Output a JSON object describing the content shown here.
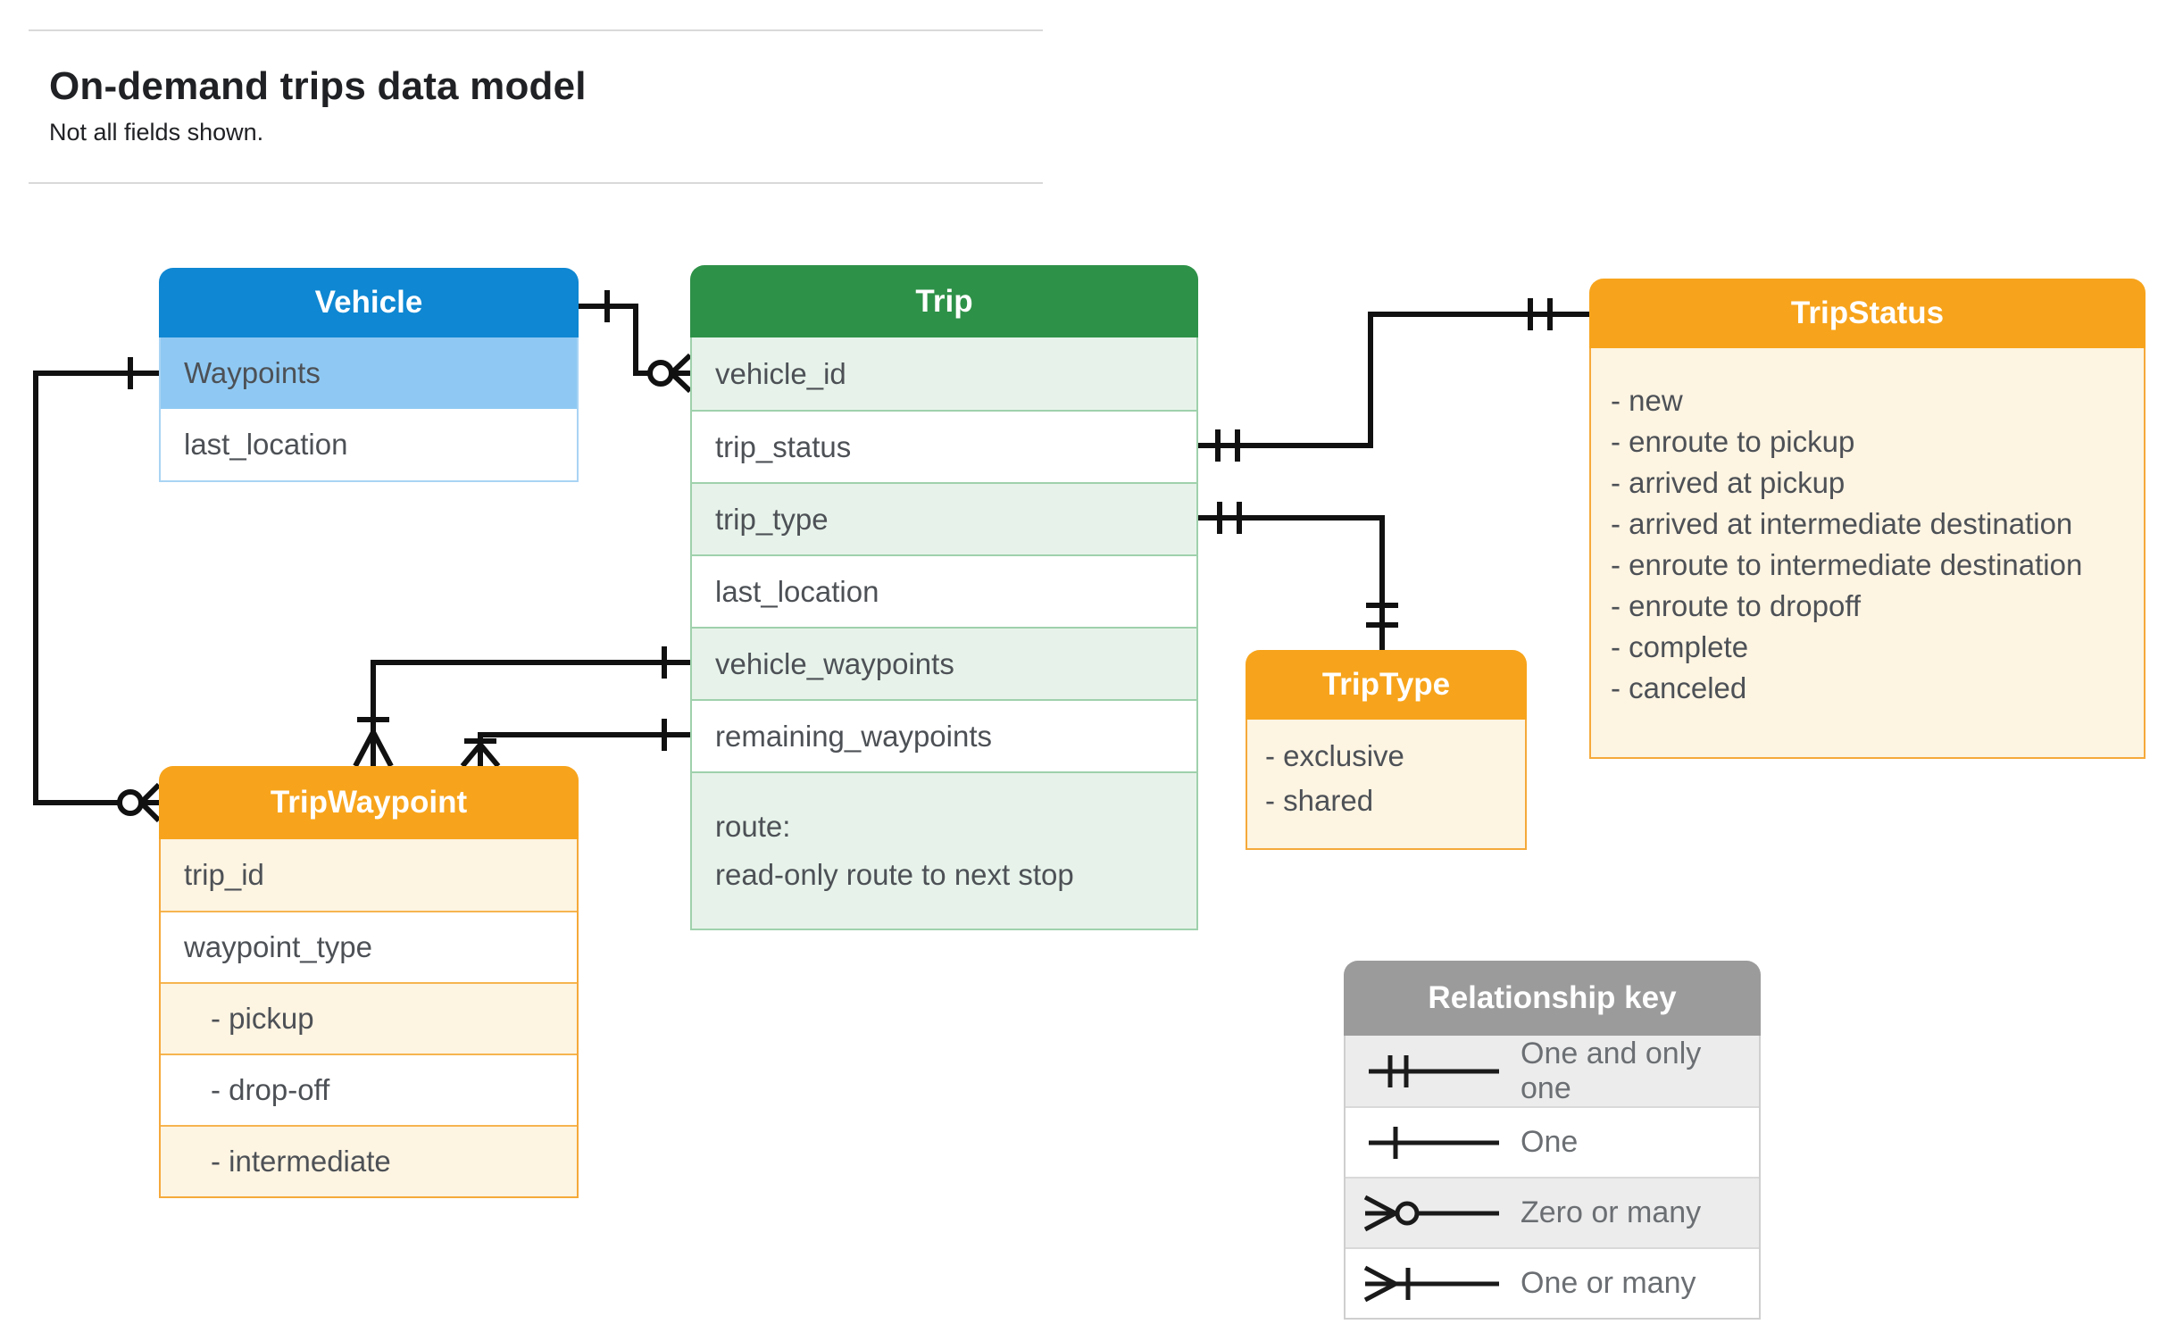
{
  "page": {
    "title": "On-demand trips data model",
    "subtitle": "Not all fields shown."
  },
  "entities": {
    "vehicle": {
      "title": "Vehicle",
      "fields": [
        "Waypoints",
        "last_location"
      ]
    },
    "trip": {
      "title": "Trip",
      "fields": [
        "vehicle_id",
        "trip_status",
        "trip_type",
        "last_location",
        "vehicle_waypoints",
        "remaining_waypoints"
      ],
      "route_field": {
        "name": "route:",
        "description": "read-only route to next stop"
      }
    },
    "tripStatus": {
      "title": "TripStatus",
      "values": [
        "- new",
        "- enroute to pickup",
        "- arrived at pickup",
        "- arrived at intermediate destination",
        "- enroute to intermediate destination",
        "- enroute to dropoff",
        "- complete",
        "- canceled"
      ]
    },
    "tripType": {
      "title": "TripType",
      "values": [
        "- exclusive",
        "- shared"
      ]
    },
    "tripWaypoint": {
      "title": "TripWaypoint",
      "fields": [
        "trip_id",
        "waypoint_type"
      ],
      "values": [
        "- pickup",
        "- drop-off",
        "- intermediate"
      ]
    }
  },
  "legend": {
    "title": "Relationship key",
    "items": [
      {
        "symbol": "one-and-only-one",
        "label": "One and only one"
      },
      {
        "symbol": "one",
        "label": "One"
      },
      {
        "symbol": "zero-or-many",
        "label": "Zero or many"
      },
      {
        "symbol": "one-or-many",
        "label": "One or many"
      }
    ]
  },
  "colors": {
    "vehicle_header": "#0f87d2",
    "vehicle_row": "#8fc9f3",
    "trip_header": "#2e9148",
    "trip_row": "#e7f3ea",
    "orange_header": "#f7a41c",
    "orange_row": "#fdf4e2",
    "legend_header": "#9b9b9b",
    "legend_row": "#ececec",
    "connector": "#111111"
  }
}
